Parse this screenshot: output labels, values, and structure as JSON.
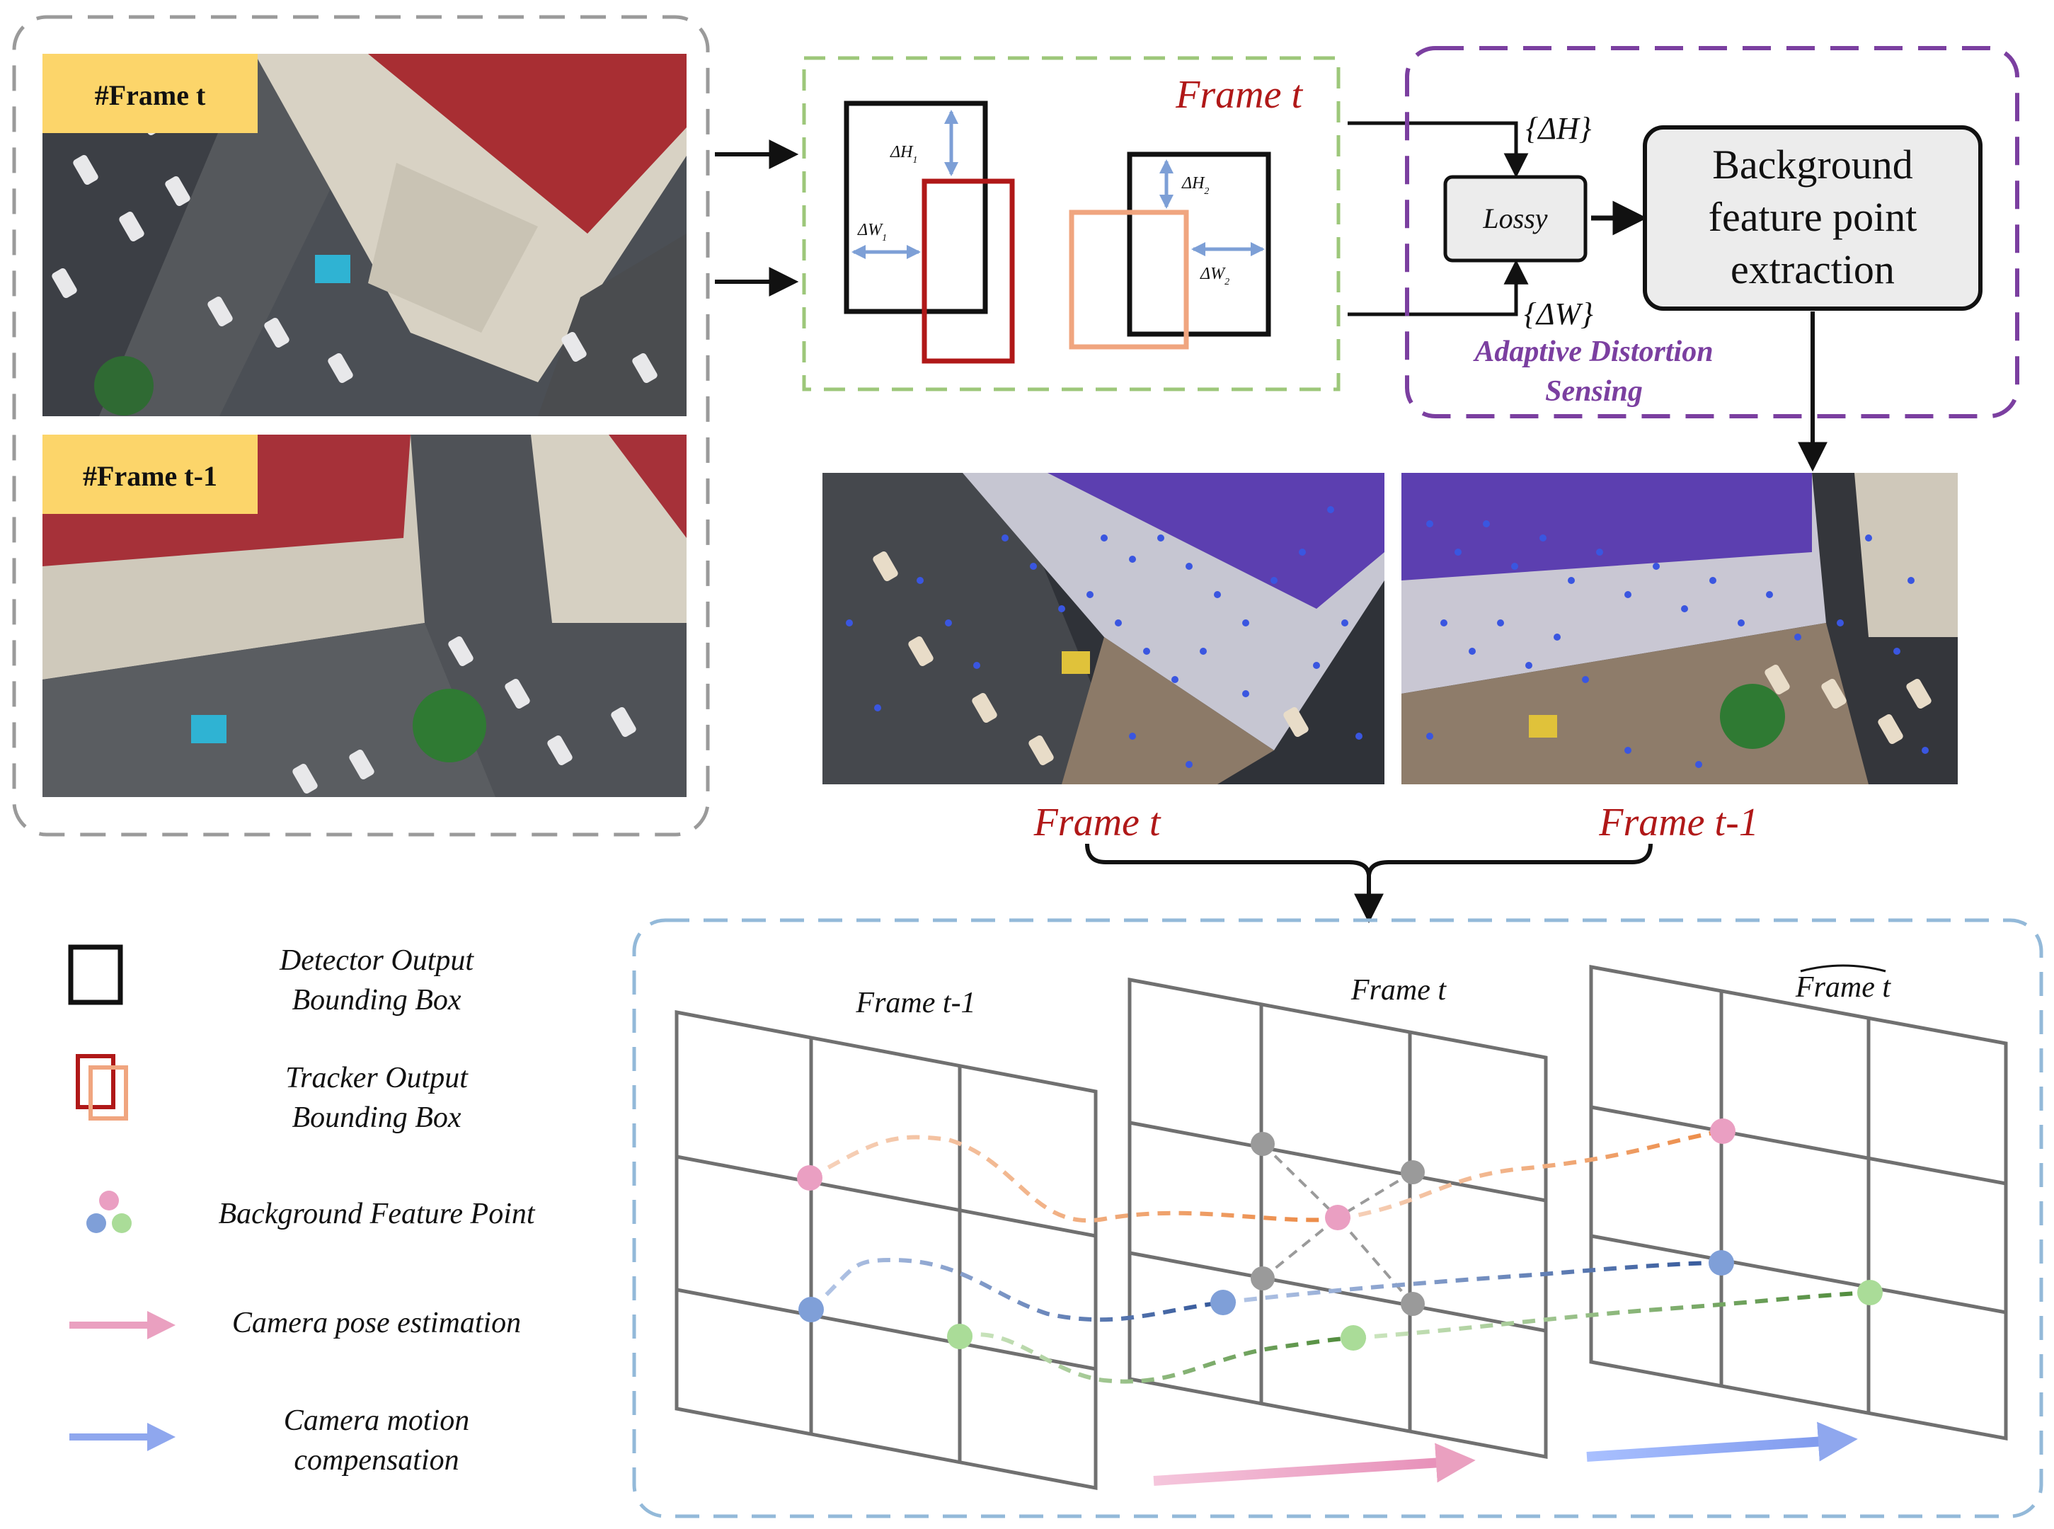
{
  "input_panel": {
    "frame_t_label": "#Frame t",
    "frame_t1_label": "#Frame t-1"
  },
  "box_panel": {
    "title": "Frame t",
    "dh1": "ΔH",
    "dh1_sub": "1",
    "dw1": "ΔW",
    "dw1_sub": "1",
    "dh2": "ΔH",
    "dh2_sub": "2",
    "dw2": "ΔW",
    "dw2_sub": "2"
  },
  "ads_panel": {
    "delta_h": "{ΔH}",
    "delta_w": "{ΔW}",
    "lossy": "Lossy",
    "extraction_lines": [
      "Background",
      "feature point",
      "extraction"
    ],
    "caption_lines": [
      "Adaptive Distortion",
      "Sensing"
    ]
  },
  "feature_panel": {
    "caption_t": "Frame t",
    "caption_t1": "Frame t-1"
  },
  "legend": {
    "detector": [
      "Detector Output",
      "Bounding Box"
    ],
    "tracker": [
      "Tracker Output",
      "Bounding Box"
    ],
    "feature_point": "Background Feature Point",
    "pose": "Camera pose estimation",
    "motion": [
      "Camera motion",
      "compensation"
    ]
  },
  "grid_panel": {
    "label_t1": "Frame t-1",
    "label_t": "Frame t",
    "label_hat": "Frame t"
  },
  "colors": {
    "frame_red": "#b01818",
    "ads_purple": "#7b3fa0",
    "gray_dash": "#9a9a9a",
    "green_dash": "#9dc77a",
    "blue_dash": "#93b9d9",
    "label_yellow": "#fcd56a",
    "tracker_peach": "#f0a57f",
    "pink": "#ea9fc2",
    "blue": "#7f9fd8",
    "green": "#aadc98",
    "orange": "#f09a5a",
    "navy": "#3a5ea0",
    "dark_green": "#4e8a3a",
    "pose_arrow": "#eaa0c0",
    "motion_arrow": "#8fa7ee"
  }
}
